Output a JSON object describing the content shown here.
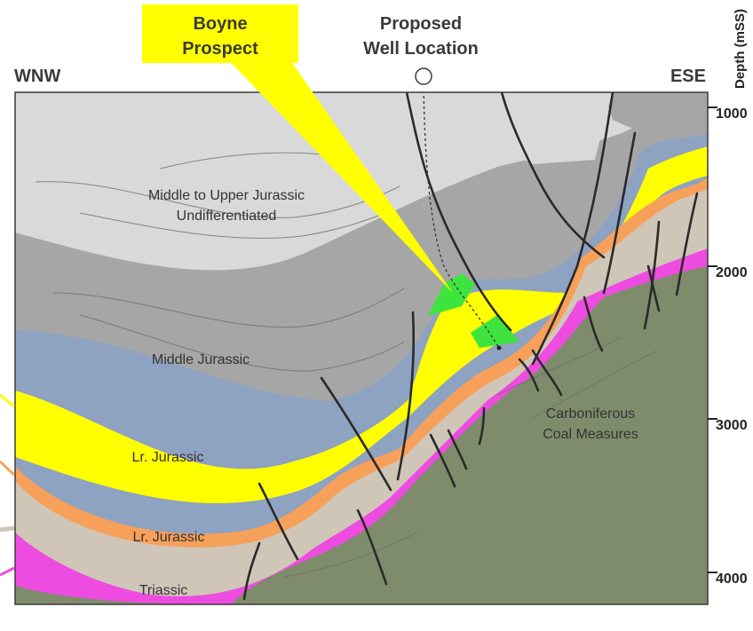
{
  "header": {
    "left_direction": "WNW",
    "right_direction": "ESE",
    "well_label_line1": "Proposed",
    "well_label_line2": "Well Location",
    "prospect_line1": "Boyne",
    "prospect_line2": "Prospect"
  },
  "depth_axis": {
    "title": "Depth (mSS)",
    "ticks": [
      "1000",
      "2000",
      "3000",
      "4000"
    ]
  },
  "units": {
    "mid_upper_jurassic_line1": "Middle to Upper Jurassic",
    "mid_upper_jurassic_line2": "Undifferentiated",
    "middle_jurassic": "Middle Jurassic",
    "lr_jurassic_upper": "Lr. Jurassic",
    "lr_jurassic_lower": "Lr. Jurassic",
    "triassic": "Triassic",
    "carboniferous_line1": "Carboniferous",
    "carboniferous_line2": "Coal Measures"
  },
  "colors": {
    "light_grey": "#d9d9d9",
    "mid_grey": "#a6a6a6",
    "blue": "#8ea2c2",
    "yellow": "#ffff00",
    "orange": "#f7a05a",
    "tan": "#cfc6b8",
    "magenta": "#ee4be0",
    "green_basement": "#7f8c6c",
    "prospect_green": "#3ee43e",
    "callout_yellow": "#ffff00"
  }
}
